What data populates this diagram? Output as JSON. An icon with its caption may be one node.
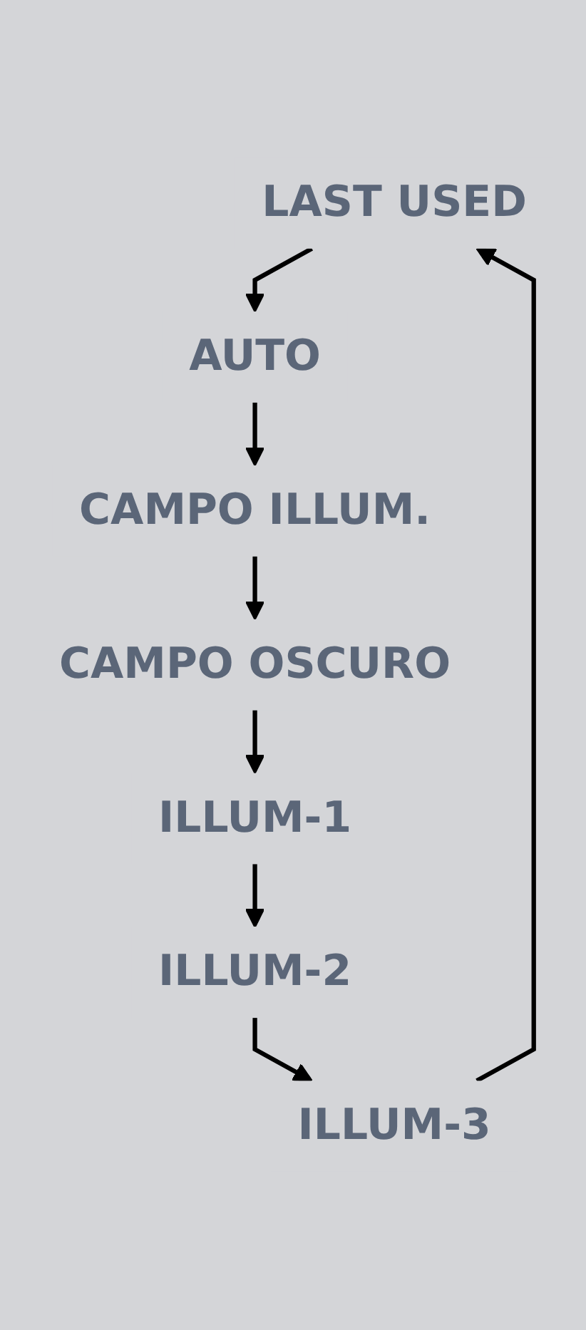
{
  "diagram": {
    "nodes": [
      {
        "text": [
          "LAST USED"
        ]
      },
      {
        "text": [
          "AUTO"
        ]
      },
      {
        "text": [
          "CAMPO ILLUM."
        ]
      },
      {
        "text": [
          "CAMPO OSCURO"
        ]
      },
      {
        "text": [
          "ILLUM-1"
        ]
      },
      {
        "text": [
          "ILLUM-2"
        ]
      },
      {
        "text": [
          "ILLUM-3"
        ]
      }
    ],
    "edges": [
      {
        "from": 0,
        "to": 1,
        "arrow": "to"
      },
      {
        "from": 1,
        "to": 2,
        "arrow": "to"
      },
      {
        "from": 2,
        "to": 3,
        "arrow": "to"
      },
      {
        "from": 3,
        "to": 4,
        "arrow": "to"
      },
      {
        "from": 4,
        "to": 5,
        "arrow": "to"
      },
      {
        "from": 5,
        "to": 6,
        "arrow": "to"
      },
      {
        "from": 6,
        "to": 0,
        "arrow": "to"
      }
    ]
  }
}
